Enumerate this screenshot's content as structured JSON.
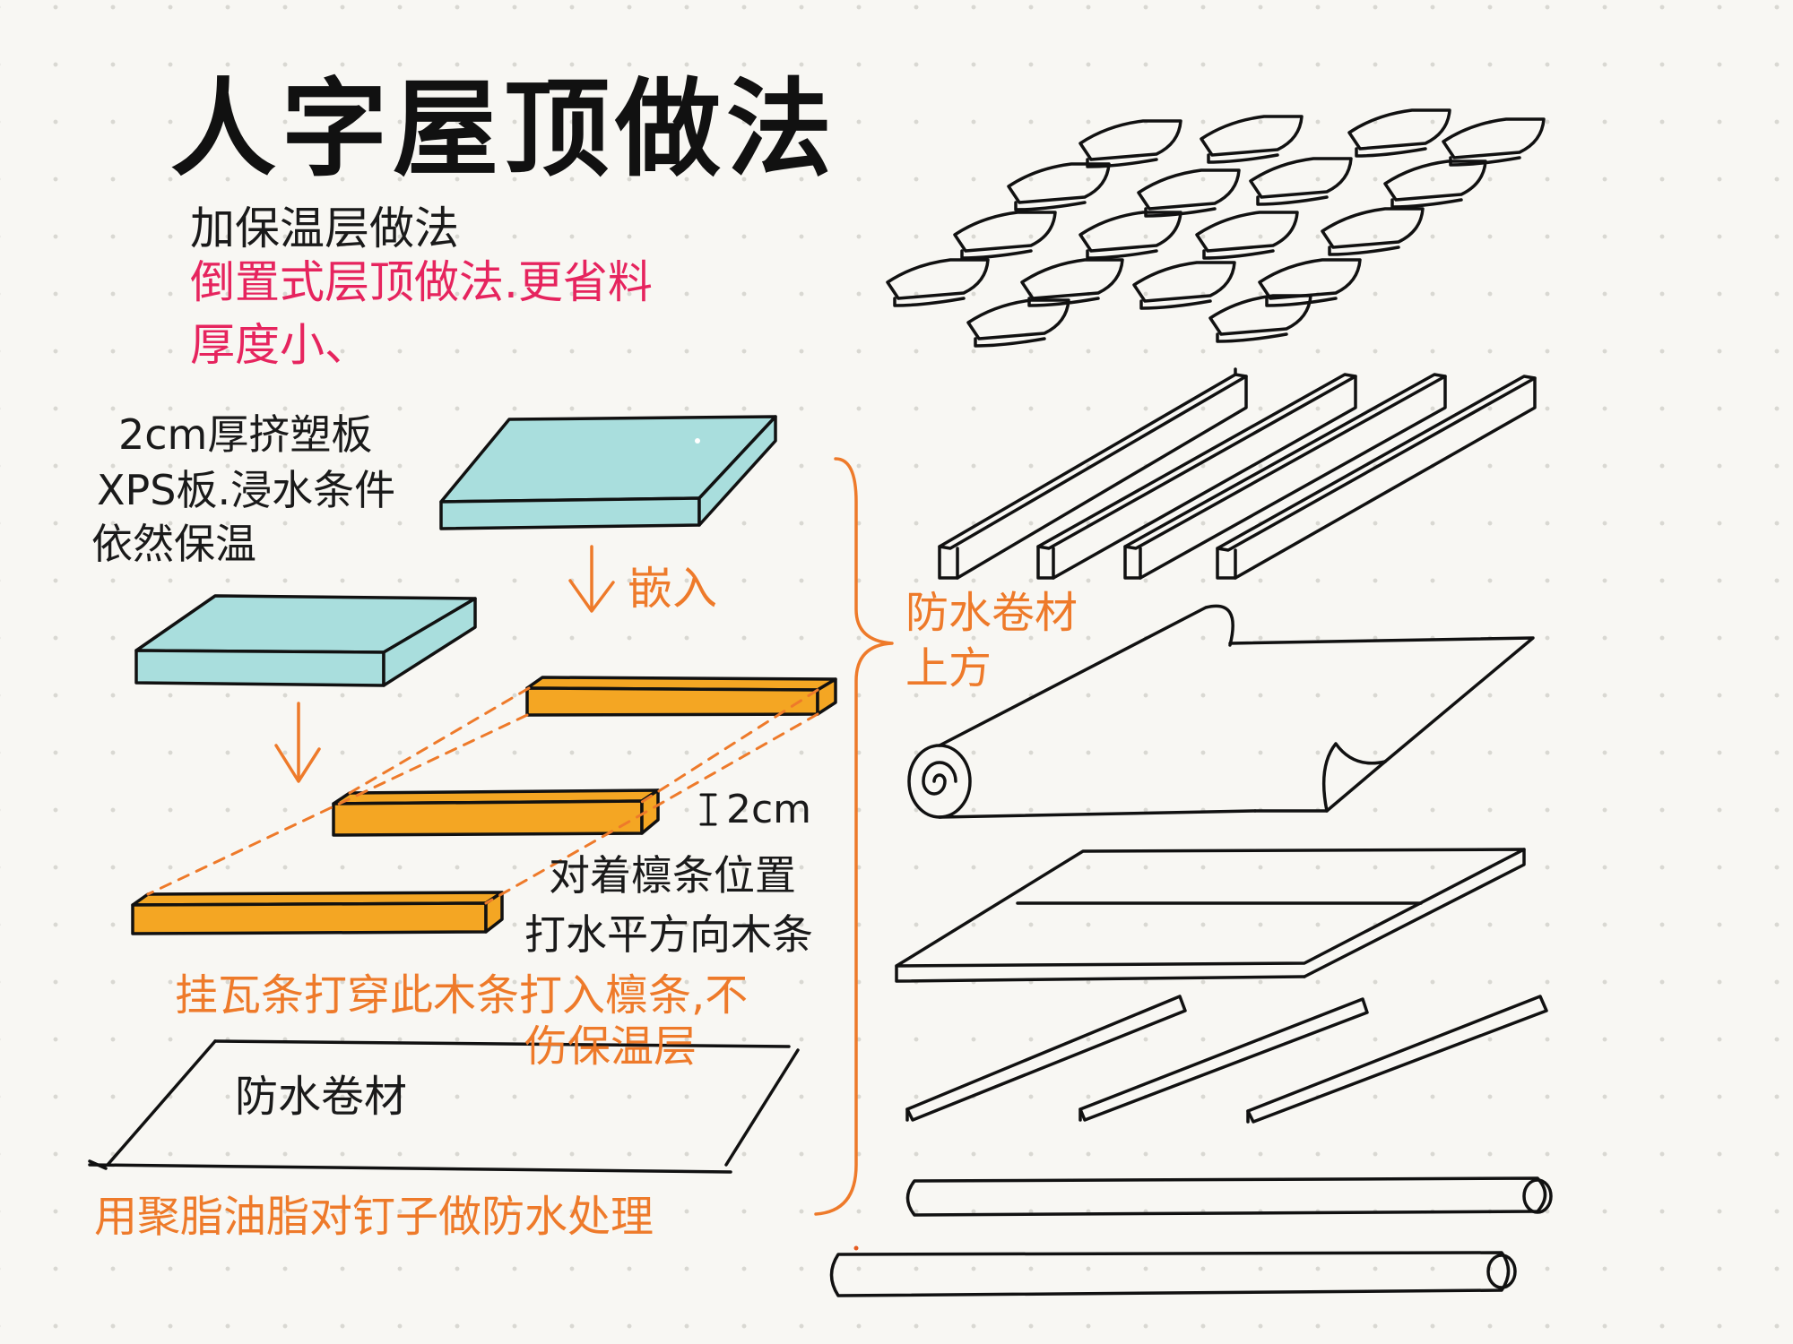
{
  "title": "人字屋顶做法",
  "subtitle": "加保温层做法",
  "note_inverted": {
    "line1": "倒置式层顶做法.更省料",
    "line2": "厚度小、"
  },
  "xps_label": {
    "line1": "2cm厚挤塑板",
    "line2": "XPS板.浸水条件",
    "line3": "依然保温"
  },
  "embed_label": "嵌入",
  "height_label": "2cm",
  "batten_note": {
    "line1": "对着檩条位置",
    "line2": "打水平方向木条"
  },
  "nail_note": {
    "line1": "挂瓦条打穿此木条打入檩条,不",
    "line2": "伤保温层"
  },
  "membrane_label": "防水卷材",
  "grease_note": "用聚脂油脂对钉子做防水处理",
  "above_membrane": {
    "line1": "防水卷材",
    "line2": "上方"
  },
  "colors": {
    "xps_board": "#a9dedd",
    "batten": "#f4a623",
    "pink_note": "#e6245e",
    "orange_note": "#ee7a2a",
    "ink": "#111111"
  }
}
